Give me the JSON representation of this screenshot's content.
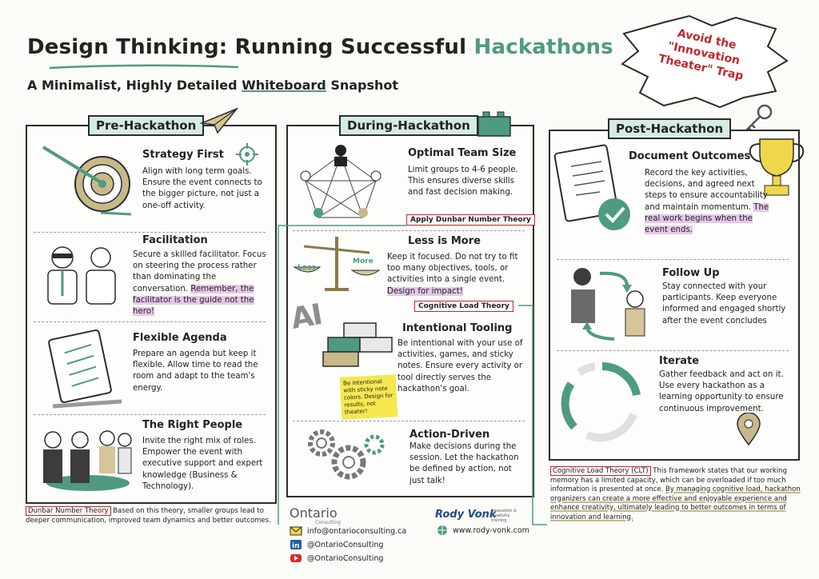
{
  "header": {
    "title_part1": "Design Thinking: Running Successful",
    "title_part2": "Hackathons",
    "subtitle_part1": "A Minimalist, Highly Detailed",
    "subtitle_part2": "Whiteboard",
    "subtitle_part3": "Snapshot"
  },
  "callout": {
    "text": "Avoid the \"Innovation Theater\" Trap"
  },
  "pre": {
    "header": "Pre-Hackathon",
    "sections": [
      {
        "title": "Strategy First",
        "body": "Align with long term goals. Ensure the event connects to the bigger picture, not just a one-off activity."
      },
      {
        "title": "Facilitation",
        "body": "Secure a skilled facilitator. Focus on steering the process rather than dominating the conversation.",
        "highlight": "Remember, the facilitator is the guide not the hero!"
      },
      {
        "title": "Flexible Agenda",
        "body": "Prepare an agenda but keep it flexible. Allow time to read the room and adapt to the team's energy."
      },
      {
        "title": "The Right People",
        "body": "Invite the right mix of roles. Empower the event with executive support and expert knowledge (Business & Technology)."
      }
    ],
    "footnote_tag": "Dunbar Number Theory",
    "footnote": "Based on this theory, smaller groups lead to deeper communication, improved team dynamics and better outcomes."
  },
  "during": {
    "header": "During-Hackathon",
    "sections": [
      {
        "title": "Optimal Team Size",
        "body": "Limit groups to 4-6 people. This ensures diverse skills and fast decision making.",
        "tag": "Apply Dunbar Number Theory"
      },
      {
        "title": "Less is More",
        "body": "Keep it focused. Do not try to fit too many objectives, tools, or activities into a single event.",
        "highlight": "Design for impact!",
        "tag": "Cognitive Load Theory",
        "scale_left": "Less",
        "scale_right": "More"
      },
      {
        "title": "Intentional Tooling",
        "body": "Be intentional with your use of activities, games, and sticky notes. Ensure every activity or tool directly serves the hackathon's goal.",
        "sticky": "Be intentional with sticky note colors. Design for results, not theater!",
        "ai": "AI"
      },
      {
        "title": "Action-Driven",
        "body": "Make decisions during the session. Let the hackathon be defined by action, not just talk!"
      }
    ]
  },
  "post": {
    "header": "Post-Hackathon",
    "sections": [
      {
        "title": "Document Outcomes",
        "body": "Record the key activities, decisions, and agreed next steps to ensure accountability and maintain momentum.",
        "highlight": "The real work begins when the event ends."
      },
      {
        "title": "Follow Up",
        "body": "Stay connected with your participants. Keep everyone informed and engaged shortly after the event concludes"
      },
      {
        "title": "Iterate",
        "body": "Gather feedback and act on it. Use every hackathon as a learning opportunity to ensure continuous improvement."
      }
    ],
    "footnote_tag": "Cognitive Load Theory (CLT)",
    "footnote_a": "This framework states that our working memory has a limited capacity, which can be overloaded if too much information is presented at once.",
    "footnote_b": "By managing cognitive load, hackathon organizers can create a more effective and enjoyable experience and enhance creativity, ultimately leading to better outcomes in terms of innovation and learning."
  },
  "brand": {
    "ontario": "Ontario",
    "ontario_sub": "Consulting",
    "email": "info@ontarioconsulting.ca",
    "linkedin": "@OntarioConsulting",
    "youtube": "@OntarioConsulting",
    "rody": "Rody Vonk",
    "rody_sub": "innovation & creativity training",
    "web": "www.rody-vonk.com"
  },
  "colors": {
    "accent": "#4f9a82",
    "highlight": "#e6c8e8",
    "tag": "#c1272d",
    "sticky": "#f4e84e"
  }
}
